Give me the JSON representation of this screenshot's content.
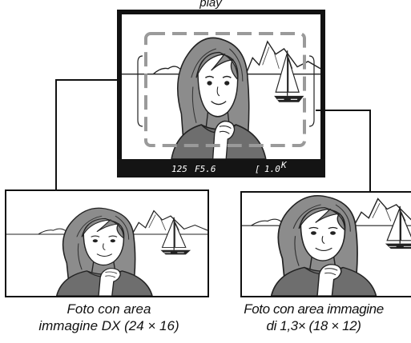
{
  "viewfinder": {
    "top_caption_fragment": "play",
    "readout": {
      "shutter": "125",
      "aperture": "F5.6",
      "bracket": "[",
      "value": "1.0",
      "superscript": "K"
    }
  },
  "captions": {
    "left_line1": "Foto con area",
    "left_line2": "immagine DX (24 × 16)",
    "right_line1": "Foto con area immagine",
    "right_line2": "di 1,3× (18 × 12)"
  },
  "colors": {
    "frame": "#111111",
    "dash": "#9a9a9a",
    "readout_bg": "#141414",
    "readout_text": "#ffffff",
    "callout_line": "#111111"
  }
}
